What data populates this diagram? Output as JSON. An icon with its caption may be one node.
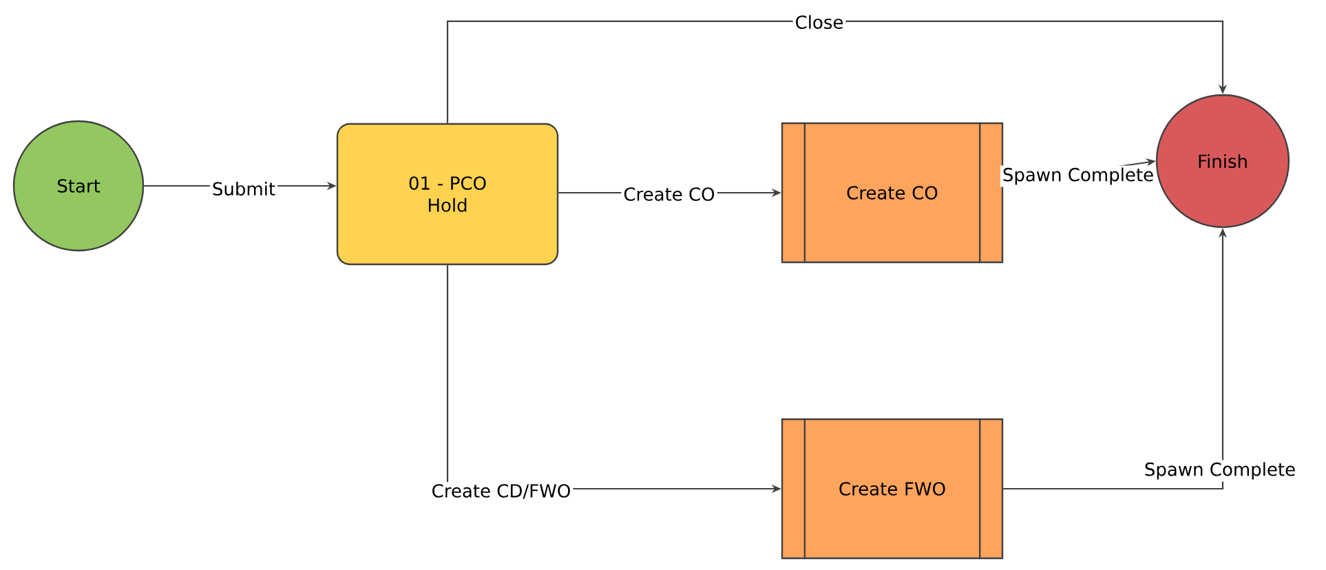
{
  "diagram": {
    "nodes": [
      {
        "text": [
          "Start"
        ]
      },
      {
        "text": [
          "01 - PCO Hold"
        ]
      },
      {
        "text": [
          "Create CO"
        ]
      },
      {
        "text": [
          "Finish"
        ]
      },
      {
        "text": [
          "Create FWO"
        ]
      }
    ],
    "edges": [
      {
        "from": 0,
        "to": 1,
        "arrow": "to",
        "label": "Submit"
      },
      {
        "from": 1,
        "to": 2,
        "arrow": "to",
        "label": "Create CO"
      },
      {
        "from": 1,
        "to": 3,
        "arrow": "to",
        "label": "Close"
      },
      {
        "from": 2,
        "to": 3,
        "arrow": "to",
        "label": "Spawn Complete"
      },
      {
        "from": 1,
        "to": 4,
        "arrow": "to",
        "label": "Create CD/FWO"
      },
      {
        "from": 4,
        "to": 3,
        "arrow": "to",
        "label": "Spawn Complete"
      }
    ]
  }
}
